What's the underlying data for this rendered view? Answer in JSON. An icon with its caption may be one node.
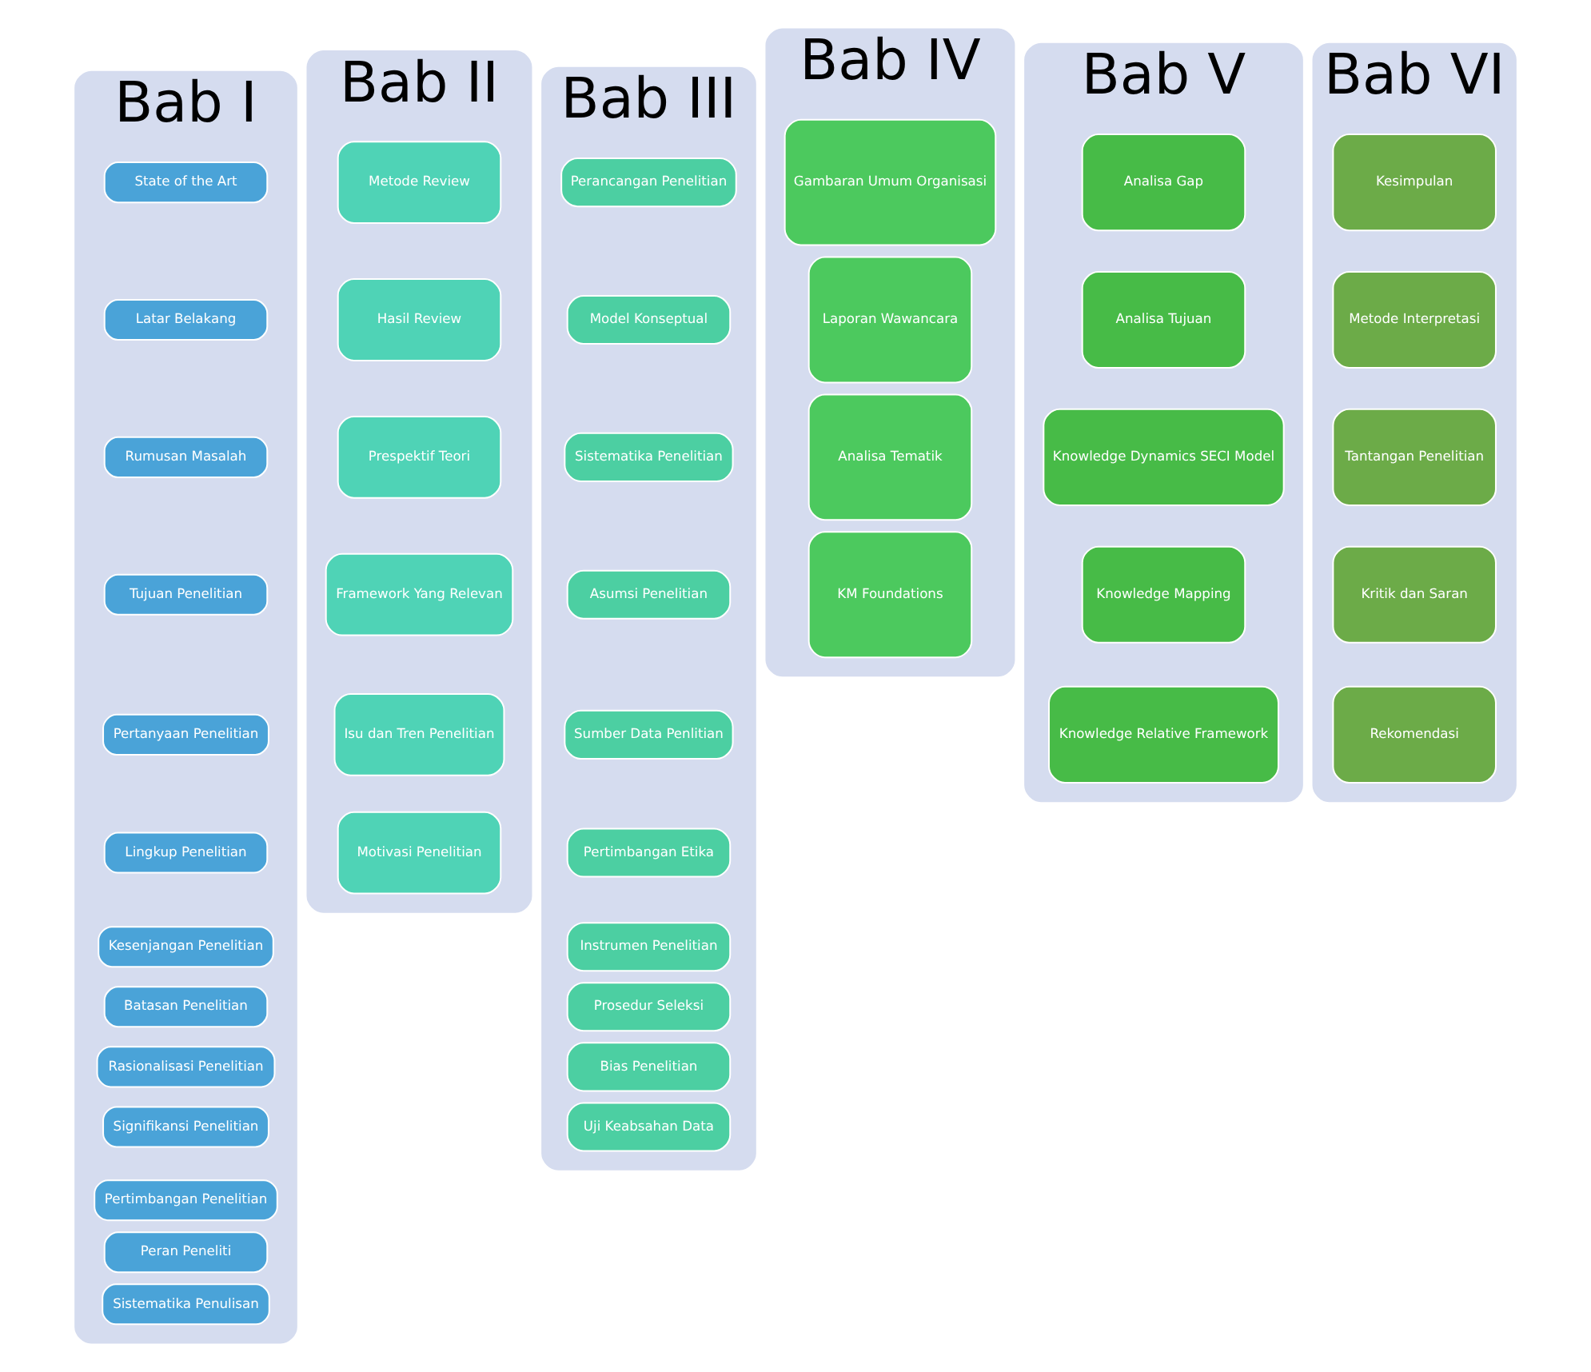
{
  "diagram": {
    "nodes": [
      {
        "text": [
          "Bab I"
        ]
      },
      {
        "text": [
          "State of the Art"
        ],
        "in": 0
      },
      {
        "text": [
          "Latar Belakang"
        ],
        "in": 0
      },
      {
        "text": [
          "Rumusan Masalah"
        ],
        "in": 0
      },
      {
        "text": [
          "Tujuan Penelitian"
        ],
        "in": 0
      },
      {
        "text": [
          "Pertanyaan Penelitian"
        ],
        "in": 0
      },
      {
        "text": [
          "Lingkup Penelitian"
        ],
        "in": 0
      },
      {
        "text": [
          "Kesenjangan Penelitian"
        ],
        "in": 0
      },
      {
        "text": [
          "Batasan Penelitian"
        ],
        "in": 0
      },
      {
        "text": [
          "Rasionalisasi Penelitian"
        ],
        "in": 0
      },
      {
        "text": [
          "Signifikansi Penelitian"
        ],
        "in": 0
      },
      {
        "text": [
          "Pertimbangan Penelitian"
        ],
        "in": 0
      },
      {
        "text": [
          "Peran Peneliti"
        ],
        "in": 0
      },
      {
        "text": [
          "Sistematika Penulisan"
        ],
        "in": 0
      },
      {
        "text": [
          "Bab II"
        ]
      },
      {
        "text": [
          "Metode Review"
        ],
        "in": 14
      },
      {
        "text": [
          "Hasil Review"
        ],
        "in": 14
      },
      {
        "text": [
          "Prespektif Teori"
        ],
        "in": 14
      },
      {
        "text": [
          "Framework Yang Relevan"
        ],
        "in": 14
      },
      {
        "text": [
          "Isu dan Tren Penelitian"
        ],
        "in": 14
      },
      {
        "text": [
          "Motivasi Penelitian"
        ],
        "in": 14
      },
      {
        "text": [
          "Bab III"
        ]
      },
      {
        "text": [
          "Perancangan Penelitian"
        ],
        "in": 21
      },
      {
        "text": [
          "Model Konseptual"
        ],
        "in": 21
      },
      {
        "text": [
          "Sistematika Penelitian"
        ],
        "in": 21
      },
      {
        "text": [
          "Asumsi Penelitian"
        ],
        "in": 21
      },
      {
        "text": [
          "Sumber Data Penlitian"
        ],
        "in": 21
      },
      {
        "text": [
          "Pertimbangan Etika"
        ],
        "in": 21
      },
      {
        "text": [
          "Instrumen Penelitian"
        ],
        "in": 21
      },
      {
        "text": [
          "Prosedur Seleksi"
        ],
        "in": 21
      },
      {
        "text": [
          "Bias Penelitian"
        ],
        "in": 21
      },
      {
        "text": [
          "Uji Keabsahan Data"
        ],
        "in": 21
      },
      {
        "text": [
          "Bab IV"
        ]
      },
      {
        "text": [
          "Gambaran Umum Organisasi"
        ],
        "in": 32
      },
      {
        "text": [
          "Laporan Wawancara"
        ],
        "in": 32
      },
      {
        "text": [
          "Analisa Tematik"
        ],
        "in": 32
      },
      {
        "text": [
          "KM Foundations"
        ],
        "in": 32
      },
      {
        "text": [
          "Bab V"
        ]
      },
      {
        "text": [
          "Analisa Gap"
        ],
        "in": 37
      },
      {
        "text": [
          "Analisa Tujuan"
        ],
        "in": 37
      },
      {
        "text": [
          "Knowledge Dynamics SECI Model"
        ],
        "in": 37
      },
      {
        "text": [
          "Knowledge Mapping"
        ],
        "in": 37
      },
      {
        "text": [
          "Knowledge Relative Framework"
        ],
        "in": 37
      },
      {
        "text": [
          "Bab VI"
        ]
      },
      {
        "text": [
          "Kesimpulan"
        ],
        "in": 43
      },
      {
        "text": [
          "Metode Interpretasi"
        ],
        "in": 43
      },
      {
        "text": [
          "Tantangan Penelitian"
        ],
        "in": 43
      },
      {
        "text": [
          "Kritik dan Saran"
        ],
        "in": 43
      },
      {
        "text": [
          "Rekomendasi"
        ],
        "in": 43
      }
    ]
  }
}
